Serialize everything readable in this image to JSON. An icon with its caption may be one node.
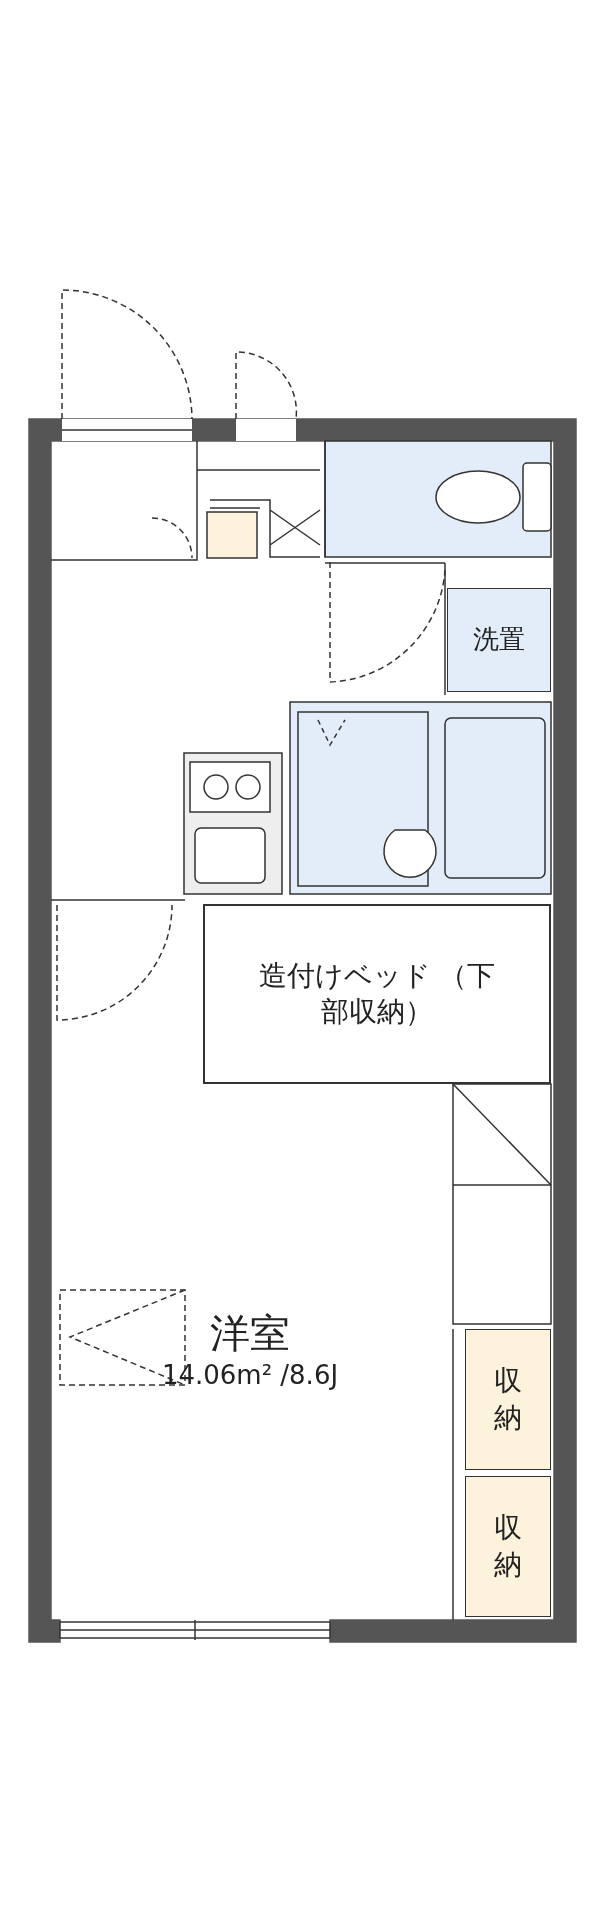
{
  "diagram": {
    "nodes": [
      {
        "text": [
          "洋室",
          "14.06m² /8.6J"
        ]
      },
      {
        "text": [
          "造付けベッド （下部収納）"
        ]
      },
      {
        "text": [
          "洗置"
        ]
      },
      {
        "text": [
          "収納"
        ]
      },
      {
        "text": [
          "収納"
        ]
      }
    ]
  }
}
